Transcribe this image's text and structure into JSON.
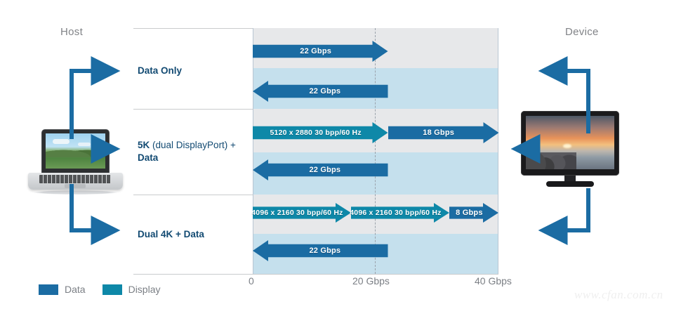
{
  "endpoints": {
    "host_label": "Host",
    "device_label": "Device"
  },
  "legend": {
    "items": [
      {
        "label": "Data",
        "color": "#1b6ca3",
        "icon": "data-swatch"
      },
      {
        "label": "Display",
        "color": "#0e88a8",
        "icon": "display-swatch"
      }
    ]
  },
  "axis": {
    "ticks": [
      {
        "label": "0",
        "value": 0
      },
      {
        "label": "20 Gbps",
        "value": 20
      },
      {
        "label": "40 Gbps",
        "value": 40
      }
    ],
    "min": 0,
    "max": 40,
    "unit": "Gbps"
  },
  "watermark": "www.cfan.com.cn",
  "chart_data": {
    "type": "bar",
    "title": "",
    "xlabel": "",
    "ylabel": "",
    "xlim": [
      0,
      40
    ],
    "grid": false,
    "legend_position": "bottom-left",
    "categories": [
      "Data Only",
      "5K (dual DisplayPort) + Data",
      "Dual 4K + Data"
    ],
    "rows": [
      {
        "label_bold": "Data Only",
        "label_normal": "",
        "label_line2": "",
        "upstream": {
          "direction": "right",
          "segments": [
            {
              "label": "22 Gbps",
              "value": 22,
              "kind": "data",
              "color": "#1b6ca3"
            }
          ]
        },
        "downstream": {
          "direction": "left",
          "segments": [
            {
              "label": "22 Gbps",
              "value": 22,
              "kind": "data",
              "color": "#1b6ca3"
            }
          ]
        }
      },
      {
        "label_bold": "5K",
        "label_normal": " (dual DisplayPort) +",
        "label_line2": "Data",
        "upstream": {
          "direction": "right",
          "segments": [
            {
              "label": "5120 x 2880 30 bpp/60 Hz",
              "value": 22,
              "kind": "display",
              "color": "#0e88a8"
            },
            {
              "label": "18 Gbps",
              "value": 18,
              "kind": "data",
              "color": "#1b6ca3"
            }
          ]
        },
        "downstream": {
          "direction": "left",
          "segments": [
            {
              "label": "22 Gbps",
              "value": 22,
              "kind": "data",
              "color": "#1b6ca3"
            }
          ]
        }
      },
      {
        "label_bold": "Dual 4K + Data",
        "label_normal": "",
        "label_line2": "",
        "upstream": {
          "direction": "right",
          "segments": [
            {
              "label": "4096 x 2160 30 bpp/60 Hz",
              "value": 16,
              "kind": "display",
              "color": "#0e88a8"
            },
            {
              "label": "4096 x 2160 30 bpp/60 Hz",
              "value": 16,
              "kind": "display",
              "color": "#0e88a8"
            },
            {
              "label": "8 Gbps",
              "value": 8,
              "kind": "data",
              "color": "#1b6ca3"
            }
          ]
        },
        "downstream": {
          "direction": "left",
          "segments": [
            {
              "label": "22 Gbps",
              "value": 22,
              "kind": "data",
              "color": "#1b6ca3"
            }
          ]
        }
      }
    ]
  }
}
